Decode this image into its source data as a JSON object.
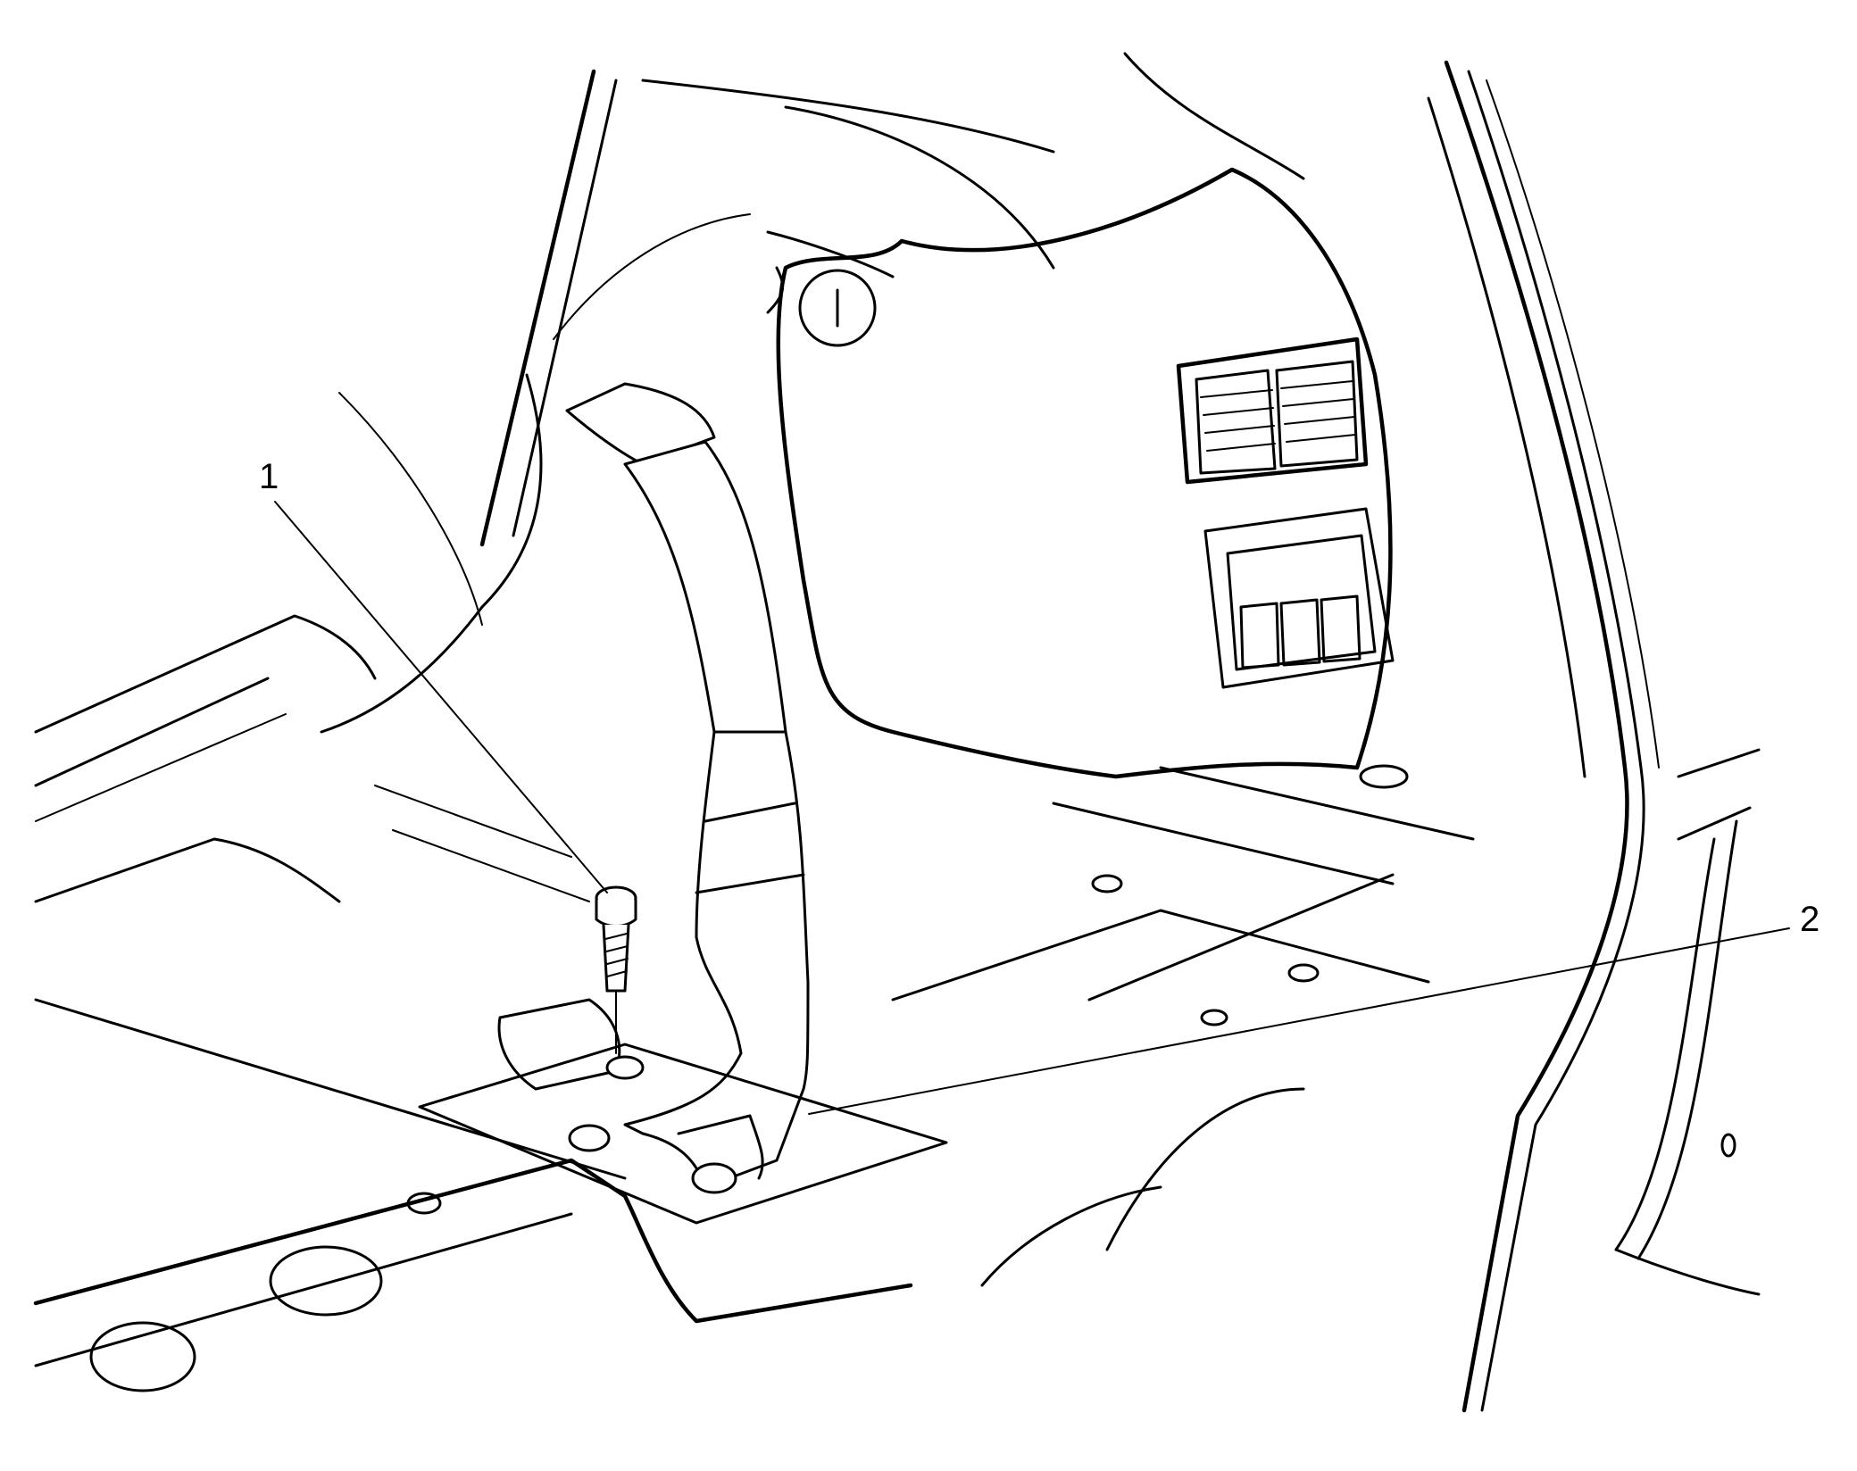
{
  "figure": {
    "callouts": [
      {
        "number": "1",
        "part": "seat-belt-anchor-bolt"
      },
      {
        "number": "2",
        "part": "seat-belt-retractor-strap"
      }
    ],
    "colors": {
      "line": "#000000",
      "background": "#ffffff"
    }
  }
}
